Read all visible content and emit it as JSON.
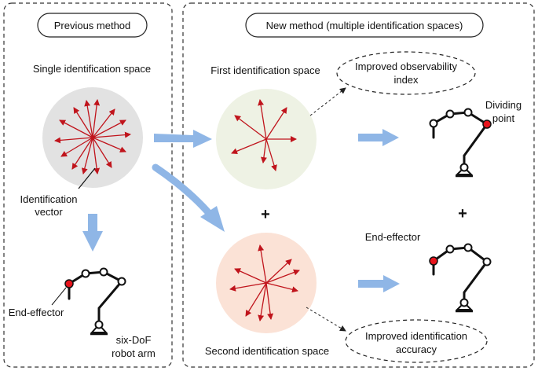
{
  "panels": {
    "previous_title": "Previous method",
    "new_title": "New method (multiple identification spaces)"
  },
  "labels": {
    "single_space": "Single identification space",
    "first_space": "First identification space",
    "second_space": "Second identification space",
    "identification_vector_line1": "Identification",
    "identification_vector_line2": "vector",
    "end_effector_left": "End-effector",
    "end_effector_right": "End-effector",
    "robot_line1": "six-DoF",
    "robot_line2": "robot arm",
    "dividing_line1": "Dividing",
    "dividing_line2": "point",
    "plus": "+"
  },
  "callouts": {
    "observability_line1": "Improved observability",
    "observability_line2": "index",
    "accuracy_line1": "Improved identification",
    "accuracy_line2": "accuracy"
  },
  "colors": {
    "vector": "#c0141c",
    "arrow": "#8fb6e6",
    "single_space_fill": "#e2e2e2",
    "first_space_fill": "#eef2e4",
    "second_space_fill": "#fbe2d6",
    "highlight_joint": "#e8141c"
  }
}
